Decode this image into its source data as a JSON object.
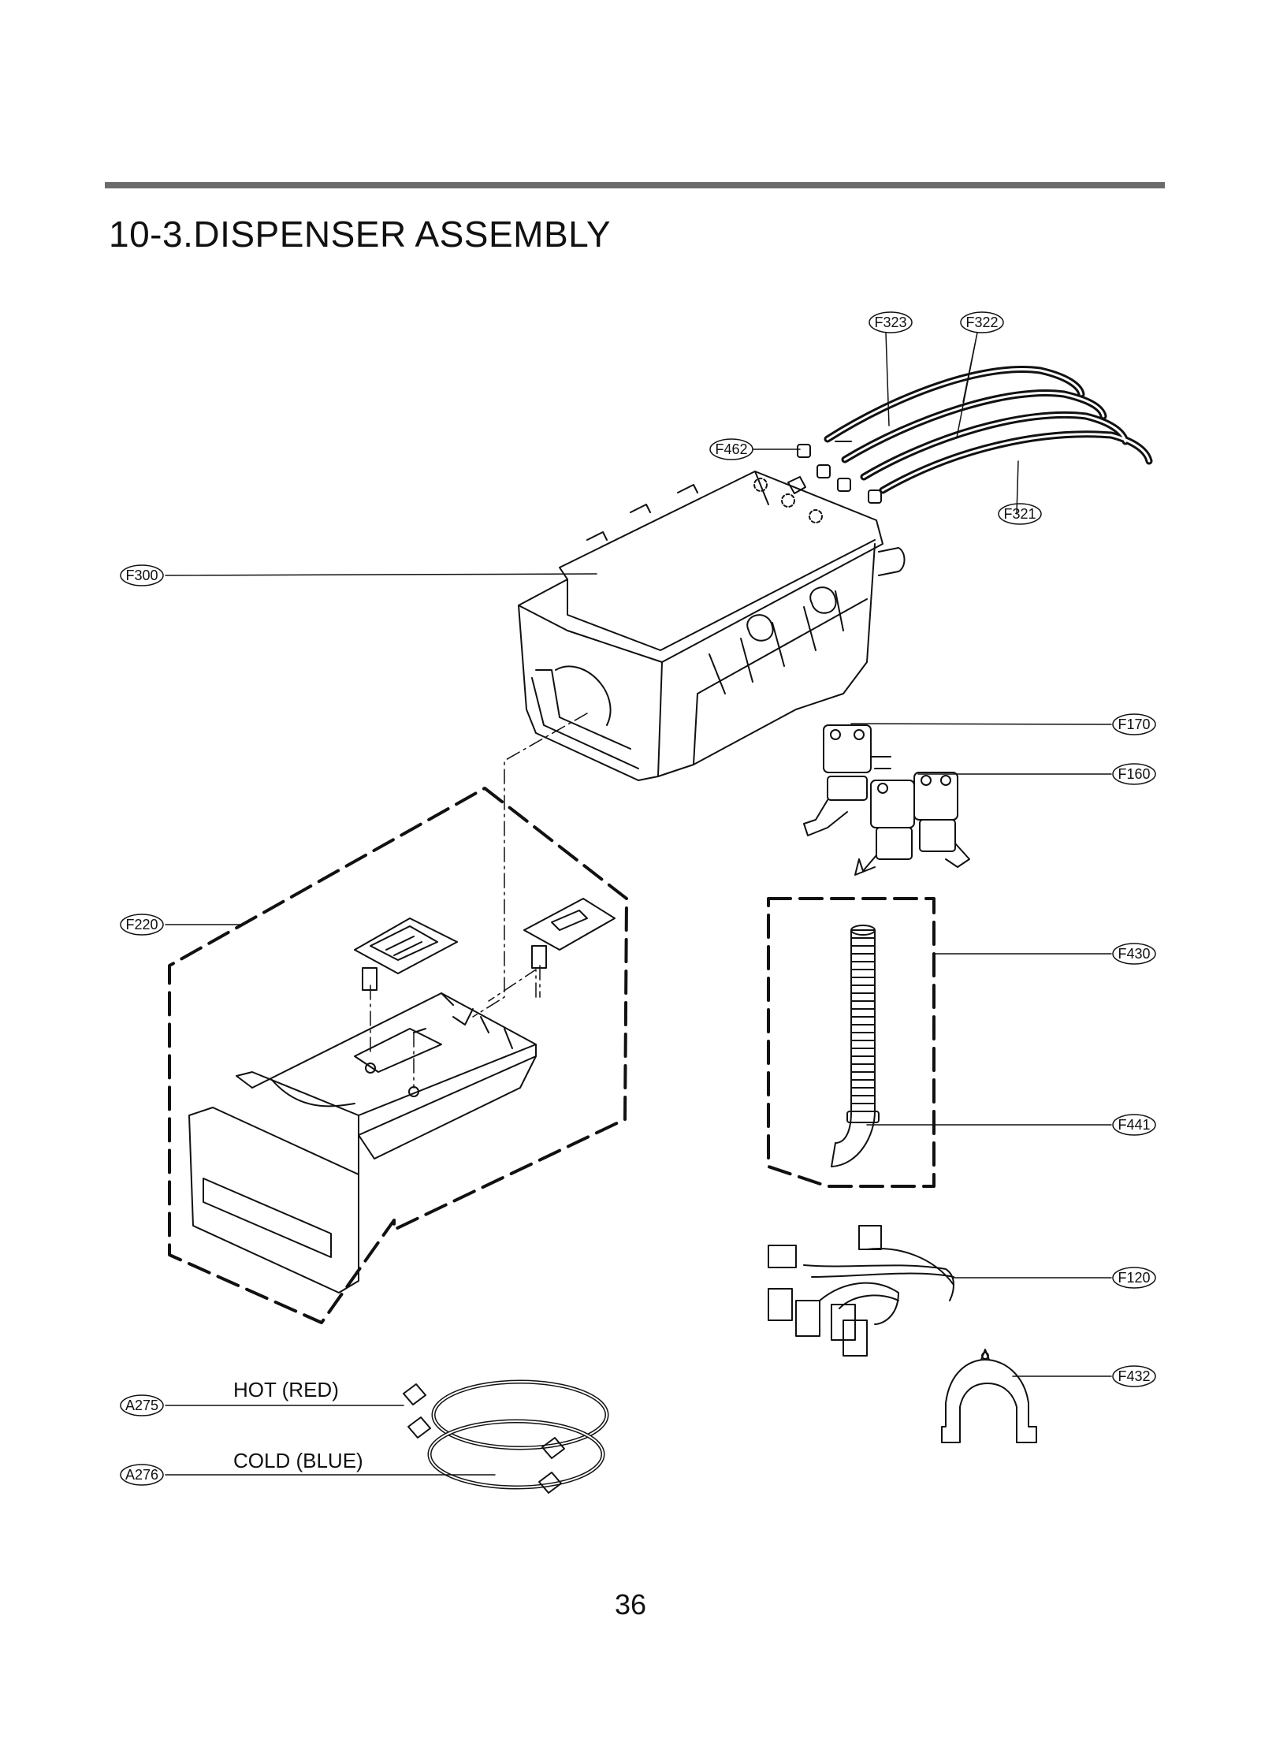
{
  "section": {
    "title": "10-3.DISPENSER ASSEMBLY"
  },
  "callouts": {
    "F323": "F323",
    "F322": "F322",
    "F462": "F462",
    "F321": "F321",
    "F300": "F300",
    "F170": "F170",
    "F160": "F160",
    "F220": "F220",
    "F430": "F430",
    "F441": "F441",
    "F120": "F120",
    "F432": "F432",
    "A275": "A275",
    "A276": "A276"
  },
  "hose_labels": {
    "hot": "HOT (RED)",
    "cold": "COLD (BLUE)"
  },
  "page_number": "36"
}
